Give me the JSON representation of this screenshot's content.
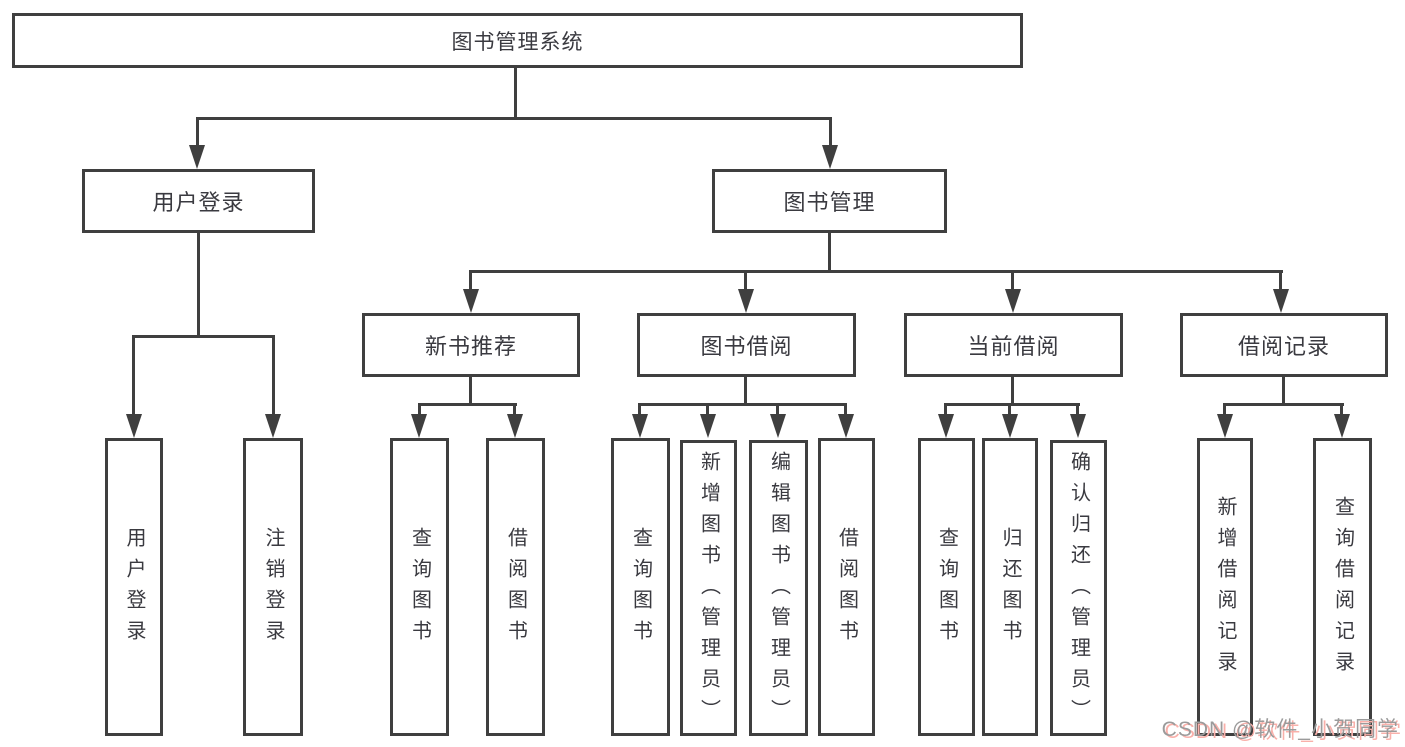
{
  "diagram": {
    "root": "图书管理系统",
    "level2": {
      "left": "用户登录",
      "right": "图书管理"
    },
    "level3": [
      "新书推荐",
      "图书借阅",
      "当前借阅",
      "借阅记录"
    ],
    "leaves": {
      "login": [
        "用户登录",
        "注销登录"
      ],
      "recommend": [
        "查询图书",
        "借阅图书"
      ],
      "borrow": [
        "查询图书",
        "新增图书（管理员）",
        "编辑图书（管理员）",
        "借阅图书"
      ],
      "current": [
        "查询图书",
        "归还图书",
        "确认归还（管理员）"
      ],
      "records": [
        "新增借阅记录",
        "查询借阅记录"
      ]
    }
  },
  "watermark": "CSDN @软件_小贺同学",
  "colors": {
    "background": "#ffffff",
    "line": "#3f3f3f",
    "ink": "#3a3a40",
    "watermark_gray": "#9b9b9b",
    "watermark_red": "#f9b0aa"
  }
}
